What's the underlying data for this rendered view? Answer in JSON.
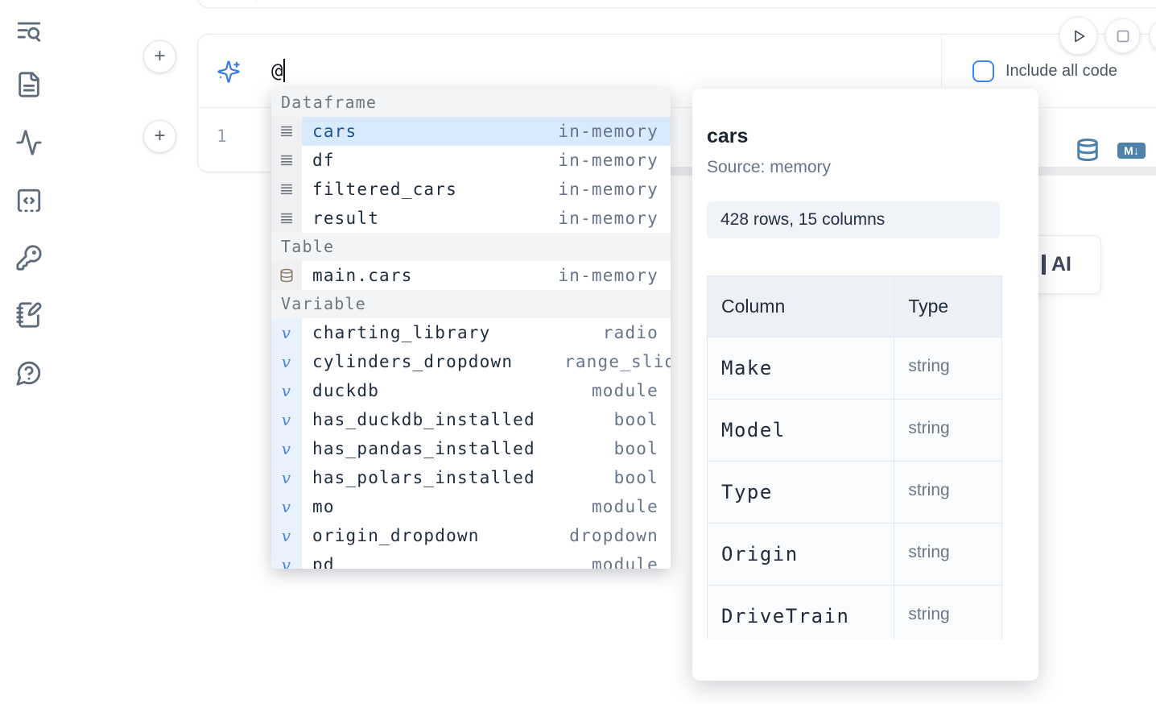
{
  "sidebar": {
    "icons": [
      {
        "name": "toc-search-icon"
      },
      {
        "name": "file-document-icon"
      },
      {
        "name": "activity-icon"
      },
      {
        "name": "code-snippet-icon"
      },
      {
        "name": "key-icon"
      },
      {
        "name": "scratchpad-icon"
      },
      {
        "name": "help-chat-icon"
      }
    ]
  },
  "cell": {
    "line_number": "1",
    "prompt": {
      "value": "@"
    },
    "include_all_code_label": "Include all code",
    "markdown_badge": "M↓",
    "add_cell_label": "+"
  },
  "autocomplete": {
    "sections": [
      {
        "label": "Dataframe",
        "items": [
          {
            "name": "cars",
            "detail": "in-memory"
          },
          {
            "name": "df",
            "detail": "in-memory"
          },
          {
            "name": "filtered_cars",
            "detail": "in-memory"
          },
          {
            "name": "result",
            "detail": "in-memory"
          }
        ]
      },
      {
        "label": "Table",
        "items": [
          {
            "name": "main.cars",
            "detail": "in-memory"
          }
        ]
      },
      {
        "label": "Variable",
        "items": [
          {
            "name": "charting_library",
            "detail": "radio"
          },
          {
            "name": "cylinders_dropdown",
            "detail": "range_slider"
          },
          {
            "name": "duckdb",
            "detail": "module"
          },
          {
            "name": "has_duckdb_installed",
            "detail": "bool"
          },
          {
            "name": "has_pandas_installed",
            "detail": "bool"
          },
          {
            "name": "has_polars_installed",
            "detail": "bool"
          },
          {
            "name": "mo",
            "detail": "module"
          },
          {
            "name": "origin_dropdown",
            "detail": "dropdown"
          },
          {
            "name": "pd",
            "detail": "module"
          }
        ]
      }
    ]
  },
  "preview": {
    "title": "cars",
    "source": "Source: memory",
    "shape": "428 rows, 15 columns",
    "table": {
      "headers": [
        "Column",
        "Type"
      ],
      "rows": [
        [
          "Make",
          "string"
        ],
        [
          "Model",
          "string"
        ],
        [
          "Type",
          "string"
        ],
        [
          "Origin",
          "string"
        ],
        [
          "DriveTrain",
          "string"
        ]
      ]
    }
  },
  "ai_card": {
    "label": "AI"
  },
  "colors": {
    "accent": "#3e86f0",
    "selection_bg": "#d9eafc",
    "steel_blue": "#4e82ab"
  }
}
